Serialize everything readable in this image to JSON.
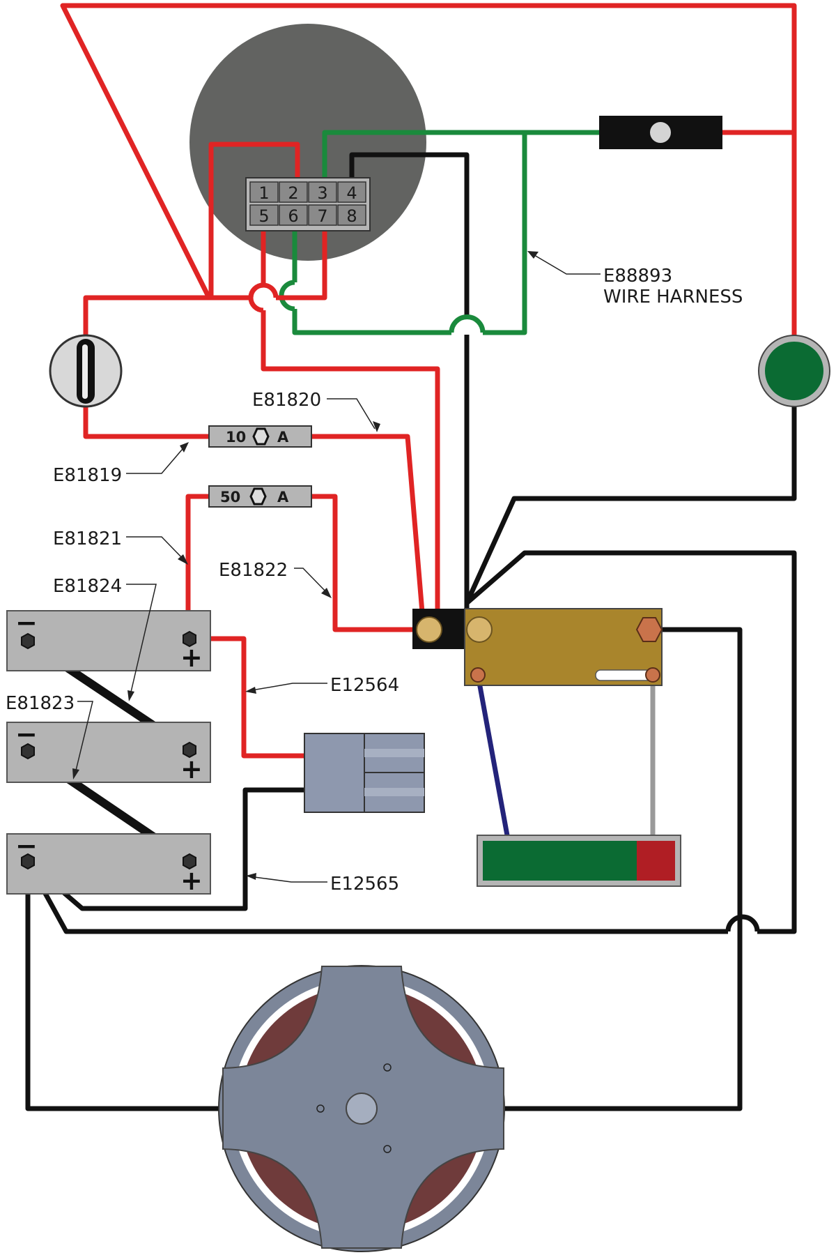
{
  "colors": {
    "red_wire": "#e02424",
    "green_wire": "#1a8a3c",
    "black_wire": "#111111",
    "blue_wire": "#23237a",
    "battery": "#b4b4b4",
    "meter_disc": "#626361",
    "solenoid": "#a9852c",
    "motor_body": "#7c8699",
    "motor_field": "#6f3b3b",
    "pilot_light": "#0b6b33",
    "charge_meter_green": "#0b6b33",
    "charge_meter_red": "#b01e24"
  },
  "connector": {
    "top_pins": [
      "1",
      "2",
      "3",
      "4"
    ],
    "bottom_pins": [
      "5",
      "6",
      "7",
      "8"
    ]
  },
  "fuses": {
    "f10": {
      "value": "10",
      "unit": "A"
    },
    "f50": {
      "value": "50",
      "unit": "A"
    }
  },
  "batteries": {
    "neg_symbol": "−",
    "pos_symbol": "+"
  },
  "callouts": {
    "e88893_part": "E88893",
    "e88893_desc": "WIRE HARNESS",
    "e81820": "E81820",
    "e81819": "E81819",
    "e81821": "E81821",
    "e81822": "E81822",
    "e81824": "E81824",
    "e12564": "E12564",
    "e81823": "E81823",
    "e12565": "E12565"
  },
  "icons": [
    "meter-disc-icon",
    "key-switch-icon",
    "pilot-light-icon",
    "inline-switch-icon",
    "solenoid-icon",
    "charge-meter-icon",
    "motor-icon",
    "plug-icon",
    "fuse-icon",
    "battery-icon"
  ]
}
